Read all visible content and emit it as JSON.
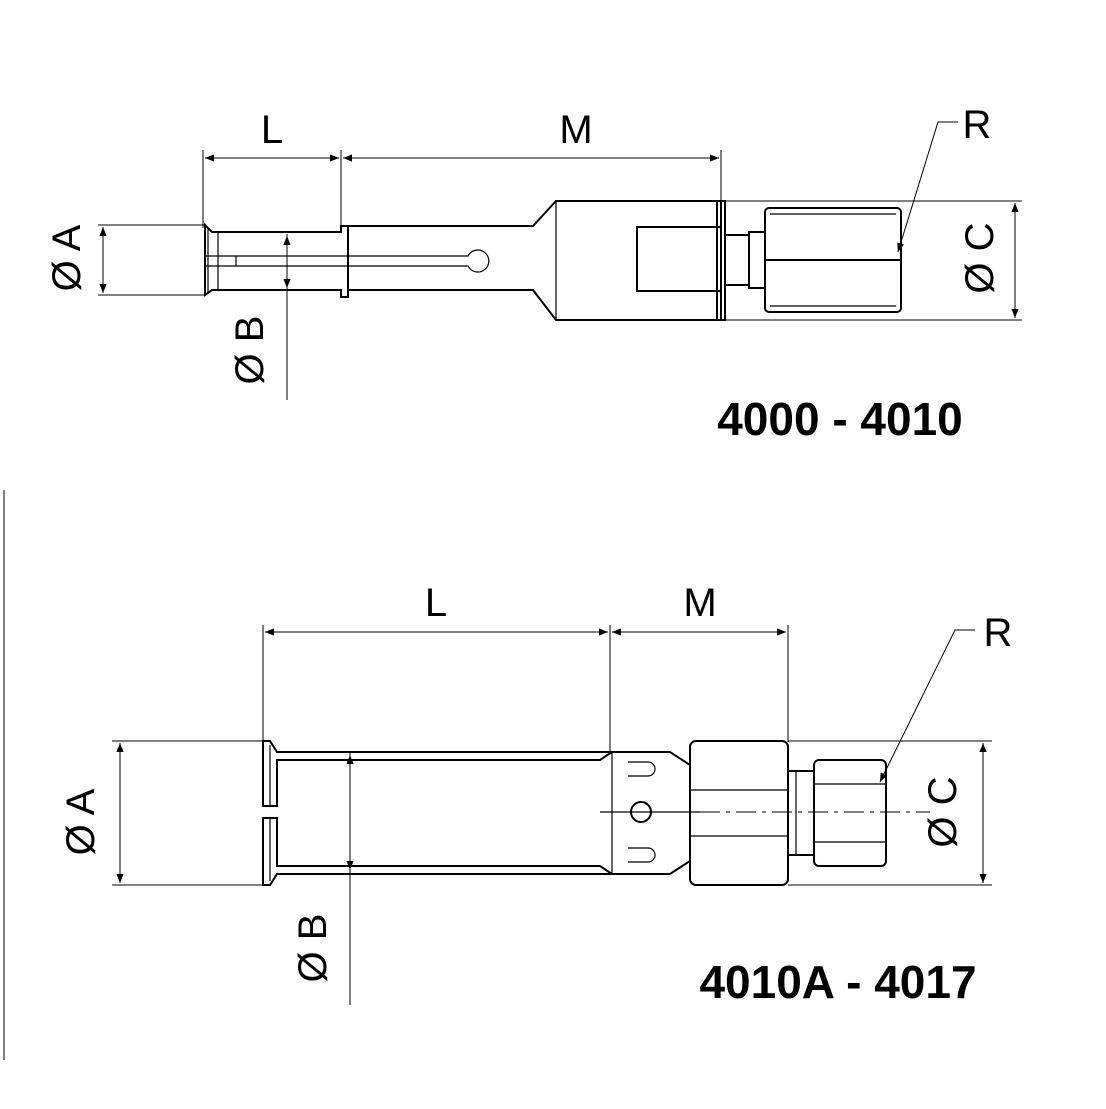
{
  "top": {
    "part_code": "4000 - 4010",
    "labels": {
      "L": "L",
      "M": "M",
      "R": "R",
      "A": "Ø A",
      "B": "Ø B",
      "C": "Ø C"
    }
  },
  "bottom": {
    "part_code": "4010A - 4017",
    "labels": {
      "L": "L",
      "M": "M",
      "R": "R",
      "A": "Ø A",
      "B": "Ø B",
      "C": "Ø C"
    }
  }
}
